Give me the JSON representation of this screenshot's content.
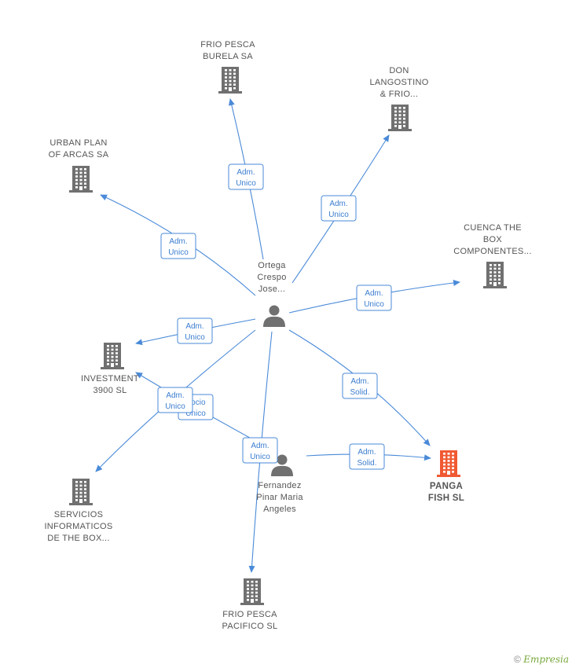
{
  "colors": {
    "edge": "#4a8ad8",
    "company": "#707070",
    "company_highlight": "#f05a33",
    "person": "#707070"
  },
  "nodes": [
    {
      "id": "frio-burela",
      "type": "company",
      "lines": [
        "FRIO PESCA",
        "BURELA SA"
      ]
    },
    {
      "id": "don-langostino",
      "type": "company",
      "lines": [
        "DON",
        "LANGOSTINO",
        "& FRIO..."
      ]
    },
    {
      "id": "urban-plan",
      "type": "company",
      "lines": [
        "URBAN PLAN",
        "OF ARCAS SA"
      ]
    },
    {
      "id": "cuenca",
      "type": "company",
      "lines": [
        "CUENCA THE",
        "BOX",
        "COMPONENTES..."
      ]
    },
    {
      "id": "ortega",
      "type": "person",
      "lines": [
        "Ortega",
        "Crespo",
        "Jose..."
      ]
    },
    {
      "id": "investment",
      "type": "company",
      "lines": [
        "INVESTMENT",
        "3900  SL"
      ]
    },
    {
      "id": "servicios",
      "type": "company",
      "lines": [
        "SERVICIOS",
        "INFORMATICOS",
        "DE THE BOX..."
      ]
    },
    {
      "id": "fernandez",
      "type": "person",
      "lines": [
        "Fernandez",
        "Pinar Maria",
        "Angeles"
      ]
    },
    {
      "id": "panga",
      "type": "company",
      "highlight": true,
      "lines": [
        "PANGA",
        "FISH SL"
      ]
    },
    {
      "id": "frio-pacifico",
      "type": "company",
      "lines": [
        "FRIO PESCA",
        "PACIFICO SL"
      ]
    }
  ],
  "relations": [
    {
      "lines": [
        "Adm.",
        "Unico"
      ]
    },
    {
      "lines": [
        "Adm.",
        "Unico"
      ]
    },
    {
      "lines": [
        "Adm.",
        "Unico"
      ]
    },
    {
      "lines": [
        "Adm.",
        "Unico"
      ]
    },
    {
      "lines": [
        "Adm.",
        "Unico"
      ]
    },
    {
      "lines": [
        "Adm.",
        "Solid."
      ]
    },
    {
      "lines": [
        "Socio",
        "Unico"
      ]
    },
    {
      "lines": [
        "Adm.",
        "Unico"
      ]
    },
    {
      "lines": [
        "Adm.",
        "Unico"
      ]
    },
    {
      "lines": [
        "Adm.",
        "Solid."
      ]
    }
  ],
  "footer": {
    "copyright": "©",
    "brand": "Empresia"
  }
}
